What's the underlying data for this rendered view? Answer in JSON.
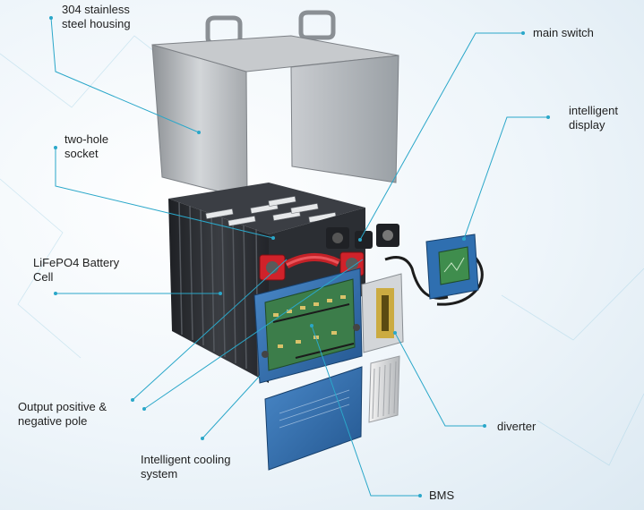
{
  "labels": {
    "housing": "304 stainless\nsteel housing",
    "socket": "two-hole\nsocket",
    "cell": "LiFePO4 Battery\nCell",
    "pole": "Output positive &\nnegative pole",
    "cooling": "Intelligent cooling\n system",
    "switch": "main switch",
    "display": "intelligent\ndisplay",
    "diverter": "diverter",
    "bms": "BMS"
  },
  "colors": {
    "leader": "#2aa7c9",
    "housing": "#b9bcc0",
    "cells": "#2b2d31",
    "bms_board": "#2f6fb0",
    "pcb": "#3c7d4a",
    "red_terminal": "#d0222a"
  }
}
